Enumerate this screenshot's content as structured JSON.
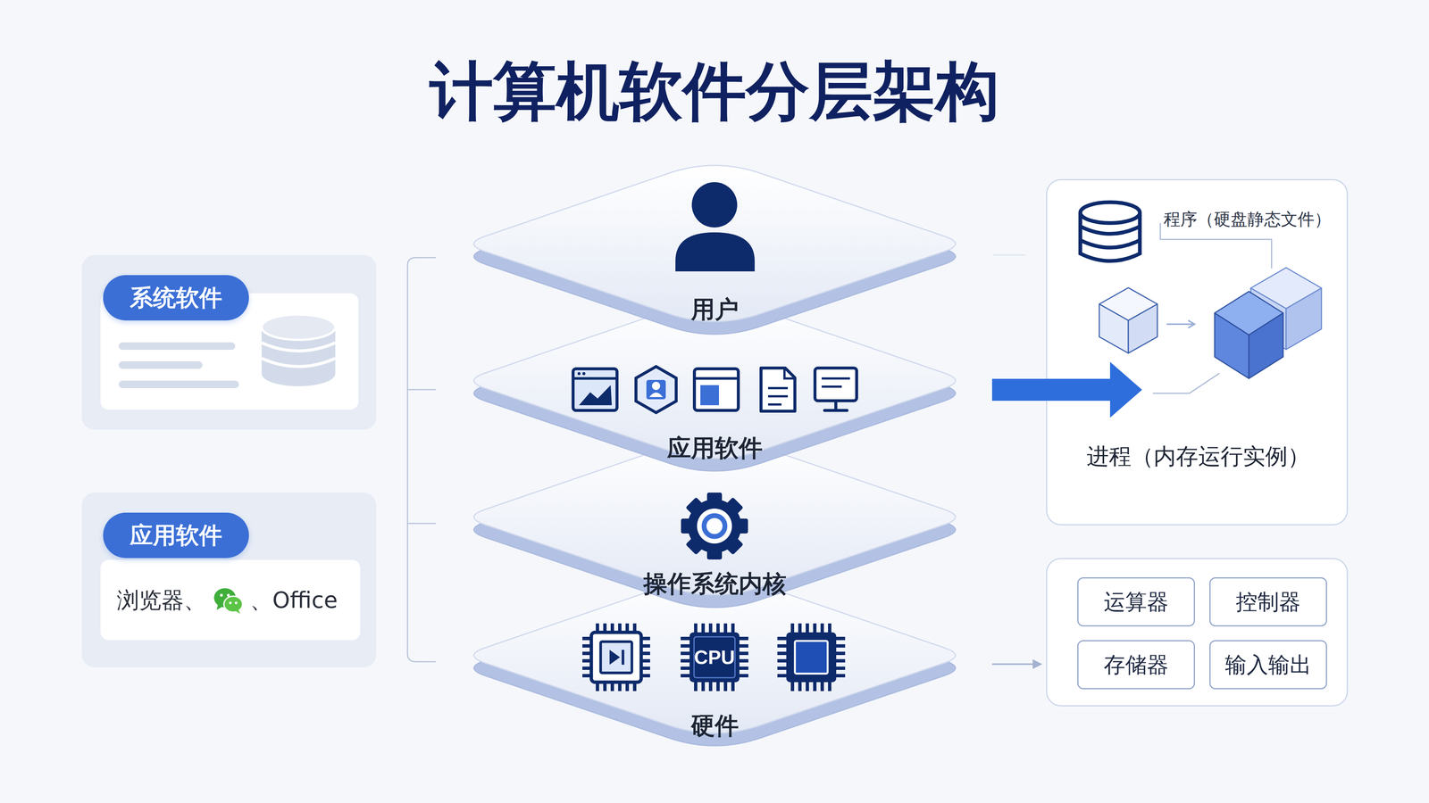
{
  "diagram": {
    "title": "计算机软件分层架构",
    "nodes": [
      {
        "text": [
          "系统软件"
        ]
      },
      {
        "text": [
          "应用软件"
        ]
      },
      {
        "text": [
          "浏览器、",
          "、Office"
        ],
        "in": 1
      },
      {
        "text": [
          "用户"
        ]
      },
      {
        "text": [
          "应用软件"
        ]
      },
      {
        "text": [
          "操作系统内核"
        ]
      },
      {
        "text": [
          "硬件"
        ]
      },
      {
        "text": [
          "程序（硬盘静态文件）",
          "进程（内存运行实例）"
        ]
      },
      {
        "text": []
      },
      {
        "text": [
          "运算器"
        ],
        "in": 8
      },
      {
        "text": [
          "控制器"
        ],
        "in": 8
      },
      {
        "text": [
          "存储器"
        ],
        "in": 8
      },
      {
        "text": [
          "输入输出"
        ],
        "in": 8
      }
    ],
    "edges": [
      {
        "from": 4,
        "to": 7,
        "arrow": "to"
      },
      {
        "from": 6,
        "to": 8,
        "arrow": "to"
      }
    ],
    "labels": [
      "CPU"
    ]
  }
}
